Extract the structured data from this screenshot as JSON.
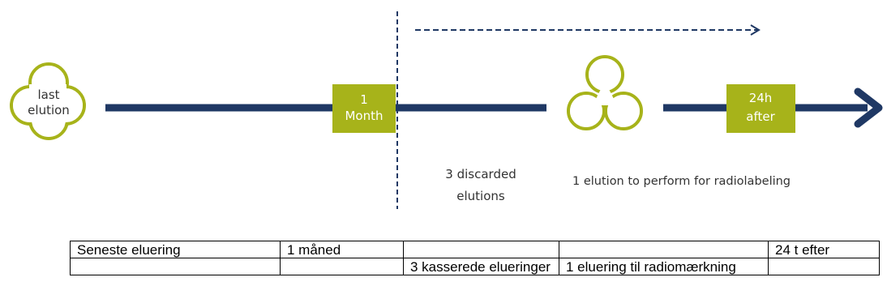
{
  "diagram": {
    "last_elution_line1": "last",
    "last_elution_line2": "elution",
    "month_line1": "1",
    "month_line2": "Month",
    "after_line1": "24h",
    "after_line2": "after",
    "discarded_line1": "3 discarded",
    "discarded_line2": "elutions",
    "elution_perform": "1 elution to perform for radiolabeling",
    "colors": {
      "navy": "#1f3864",
      "green": "#a7b31a",
      "white": "#ffffff"
    }
  },
  "table": {
    "rows": [
      [
        "Seneste eluering",
        "1 måned",
        "",
        "",
        "24 t efter"
      ],
      [
        "",
        "",
        "3 kasserede elueringer",
        "1 eluering til radiomærkning",
        ""
      ]
    ]
  }
}
